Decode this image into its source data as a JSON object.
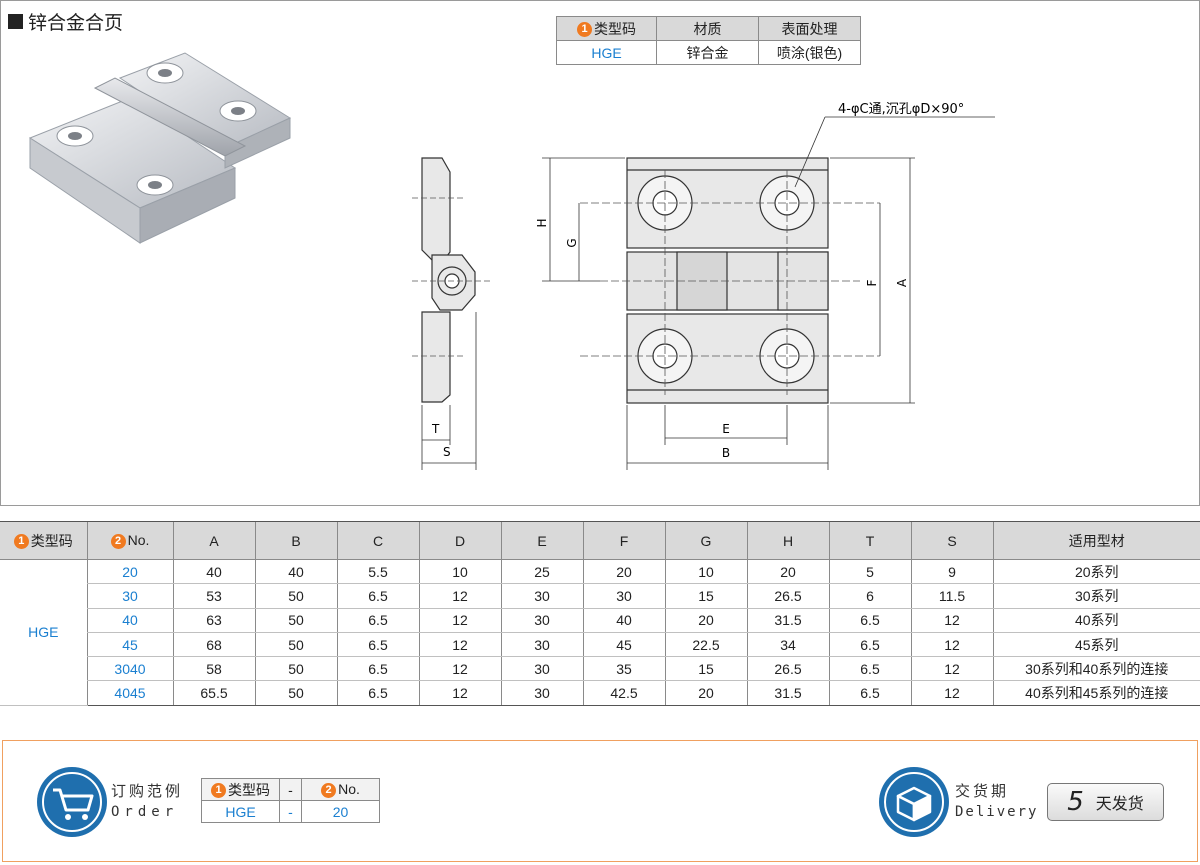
{
  "title": "锌合金合页",
  "material_table": {
    "headers": [
      "类型码",
      "材质",
      "表面处理"
    ],
    "header_badge": "1",
    "row": [
      "HGE",
      "锌合金",
      "喷涂(银色)"
    ]
  },
  "drawing": {
    "hole_note": "4-φC通,沉孔φD×90°",
    "dims": {
      "H": "H",
      "G": "G",
      "F": "F",
      "A": "A",
      "E": "E",
      "B": "B",
      "T": "T",
      "S": "S"
    }
  },
  "spec_table": {
    "headers": [
      "类型码",
      "No.",
      "A",
      "B",
      "C",
      "D",
      "E",
      "F",
      "G",
      "H",
      "T",
      "S",
      "适用型材"
    ],
    "badges": [
      "1",
      "2"
    ],
    "type_code": "HGE",
    "rows": [
      [
        "20",
        "40",
        "40",
        "5.5",
        "10",
        "25",
        "20",
        "10",
        "20",
        "5",
        "9",
        "20系列"
      ],
      [
        "30",
        "53",
        "50",
        "6.5",
        "12",
        "30",
        "30",
        "15",
        "26.5",
        "6",
        "11.5",
        "30系列"
      ],
      [
        "40",
        "63",
        "50",
        "6.5",
        "12",
        "30",
        "40",
        "20",
        "31.5",
        "6.5",
        "12",
        "40系列"
      ],
      [
        "45",
        "68",
        "50",
        "6.5",
        "12",
        "30",
        "45",
        "22.5",
        "34",
        "6.5",
        "12",
        "45系列"
      ],
      [
        "3040",
        "58",
        "50",
        "6.5",
        "12",
        "30",
        "35",
        "15",
        "26.5",
        "6.5",
        "12",
        "30系列和40系列的连接"
      ],
      [
        "4045",
        "65.5",
        "50",
        "6.5",
        "12",
        "30",
        "42.5",
        "20",
        "31.5",
        "6.5",
        "12",
        "40系列和45系列的连接"
      ]
    ]
  },
  "order": {
    "label": "订购范例",
    "sub": "Order",
    "table_headers": [
      "类型码",
      "-",
      "No."
    ],
    "table_values": [
      "HGE",
      "-",
      "20"
    ],
    "badges": [
      "1",
      "2"
    ]
  },
  "delivery": {
    "label": "交货期",
    "sub": "Delivery",
    "days": "5",
    "unit": "天发货"
  },
  "colors": {
    "accent_blue": "#1a7fd0",
    "badge_orange": "#f07a20",
    "icon_blue": "#1f6fae",
    "border_orange": "#f0a060"
  }
}
